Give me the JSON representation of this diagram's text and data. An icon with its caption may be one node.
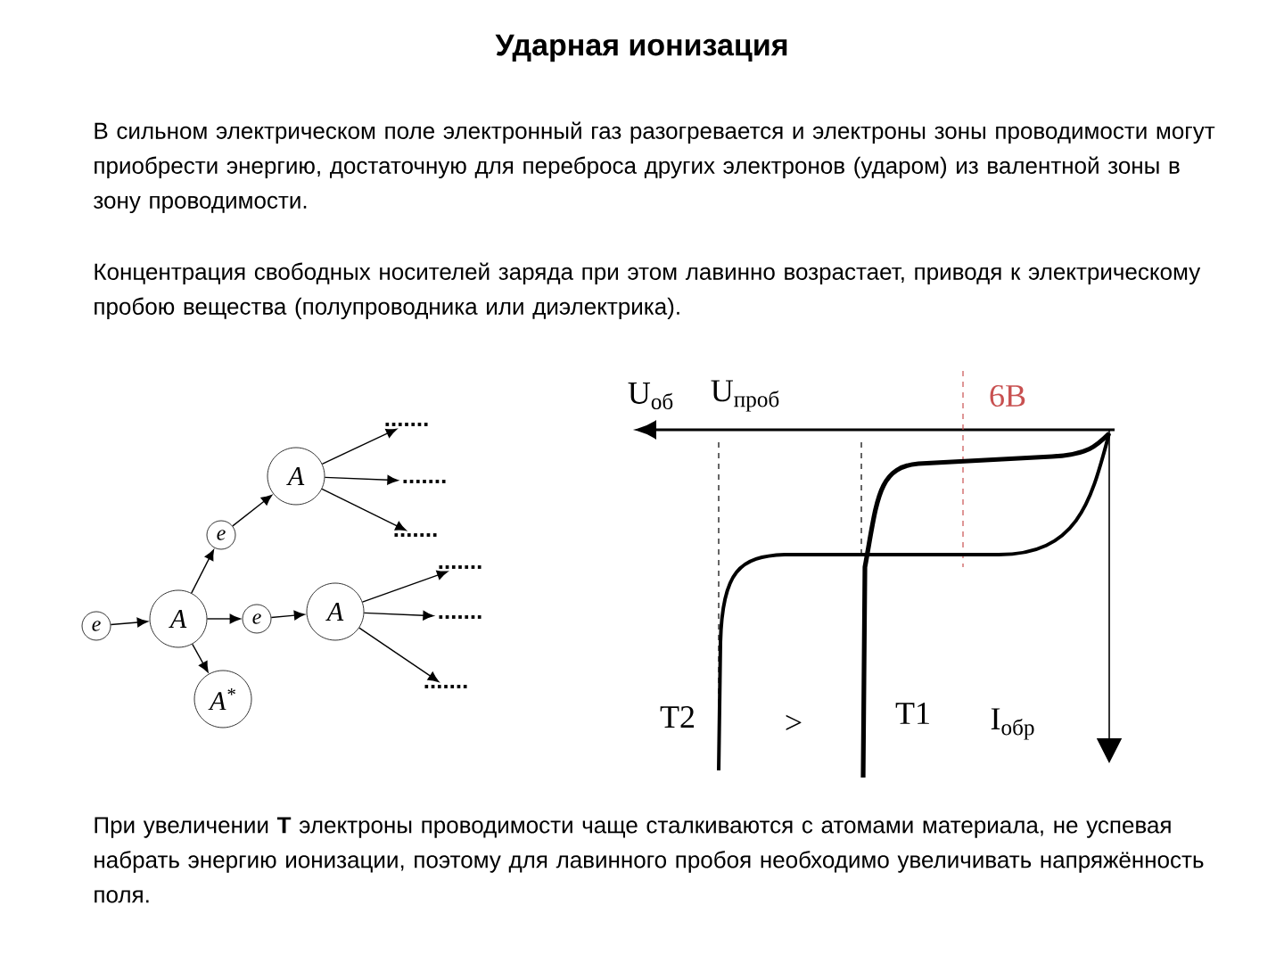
{
  "diagram": {
    "title": "Ударная ионизация",
    "nodes": [
      {
        "text": [
          "e"
        ]
      },
      {
        "text": [
          "A"
        ]
      },
      {
        "text": [
          "e"
        ]
      },
      {
        "text": [
          "A"
        ]
      },
      {
        "text": [
          "e"
        ]
      },
      {
        "text": [
          "A"
        ]
      },
      {
        "text": [
          "A$^{*}$"
        ]
      },
      {
        "text": [
          "......."
        ]
      },
      {
        "text": [
          "......."
        ]
      },
      {
        "text": [
          "......."
        ]
      },
      {
        "text": [
          "......."
        ]
      },
      {
        "text": [
          "......."
        ]
      },
      {
        "text": [
          "......."
        ]
      }
    ],
    "edges": [
      {
        "from": 0,
        "to": 1,
        "arrow": "to"
      },
      {
        "from": 1,
        "to": 2,
        "arrow": "to"
      },
      {
        "from": 1,
        "to": 4,
        "arrow": "to"
      },
      {
        "from": 1,
        "to": 6,
        "arrow": "to"
      },
      {
        "from": 2,
        "to": 3,
        "arrow": "to"
      },
      {
        "from": 4,
        "to": 5,
        "arrow": "to"
      },
      {
        "from": 3,
        "to": 7,
        "arrow": "to"
      },
      {
        "from": 3,
        "to": 8,
        "arrow": "to"
      },
      {
        "from": 3,
        "to": 9,
        "arrow": "to"
      },
      {
        "from": 5,
        "to": 10,
        "arrow": "to"
      },
      {
        "from": 5,
        "to": 11,
        "arrow": "to"
      },
      {
        "from": 5,
        "to": 12,
        "arrow": "to"
      }
    ],
    "labels": [
      "В сильном электрическом поле электронный газ разогревается и электроны зоны проводимости могут приобрести энергию, достаточную для переброса других электронов (ударом) из валентной зоны в зону проводимости.",
      "Концентрация свободных носителей заряда при этом лавинно возрастает, приводя к электрическому пробою вещества (полупроводника или диэлектрика).",
      "U$_{об}$",
      "U$_{проб}$",
      "6В",
      "Т2",
      ">",
      "Т1",
      "I$_{обр}$",
      "При увеличении **T** электроны проводимости чаще сталкиваются с атомами материала, не успевая набрать энергию ионизации, поэтому для лавинного пробоя необходимо увеличивать напряжённость поля."
    ]
  }
}
